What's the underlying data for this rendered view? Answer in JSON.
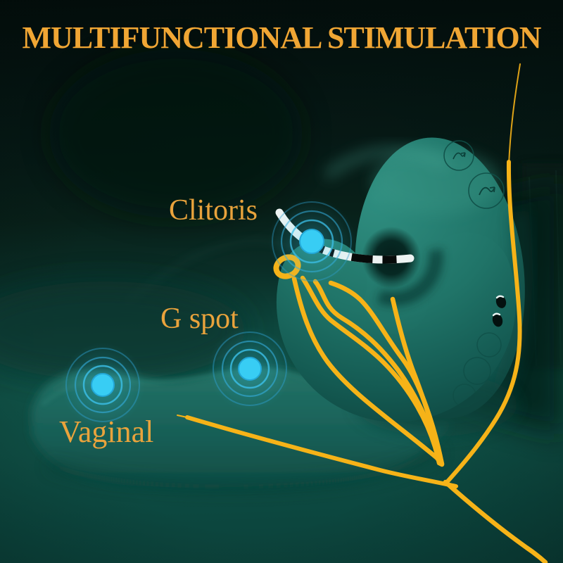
{
  "page_title": "MULTIFUNCTIONAL STIMULATION",
  "stimulation_points": {
    "clitoris": "Clitoris",
    "g_spot": "G spot",
    "vaginal": "Vaginal"
  },
  "colors": {
    "title_gold": "#F0A634",
    "label_gold": "#E9A33C",
    "accent_line_gold": "#F6B318",
    "device_teal": "#1F7065",
    "device_teal_highlight": "#2F8E80",
    "device_teal_shadow": "#0F4A43",
    "background_teal": "#0F5046",
    "background_dark": "#051512",
    "marker_cyan": "#38CDF4",
    "marker_ring_cyan": "#43B5E3",
    "tip_band_white": "#EDF3F2",
    "tip_band_black": "#070B0A"
  }
}
